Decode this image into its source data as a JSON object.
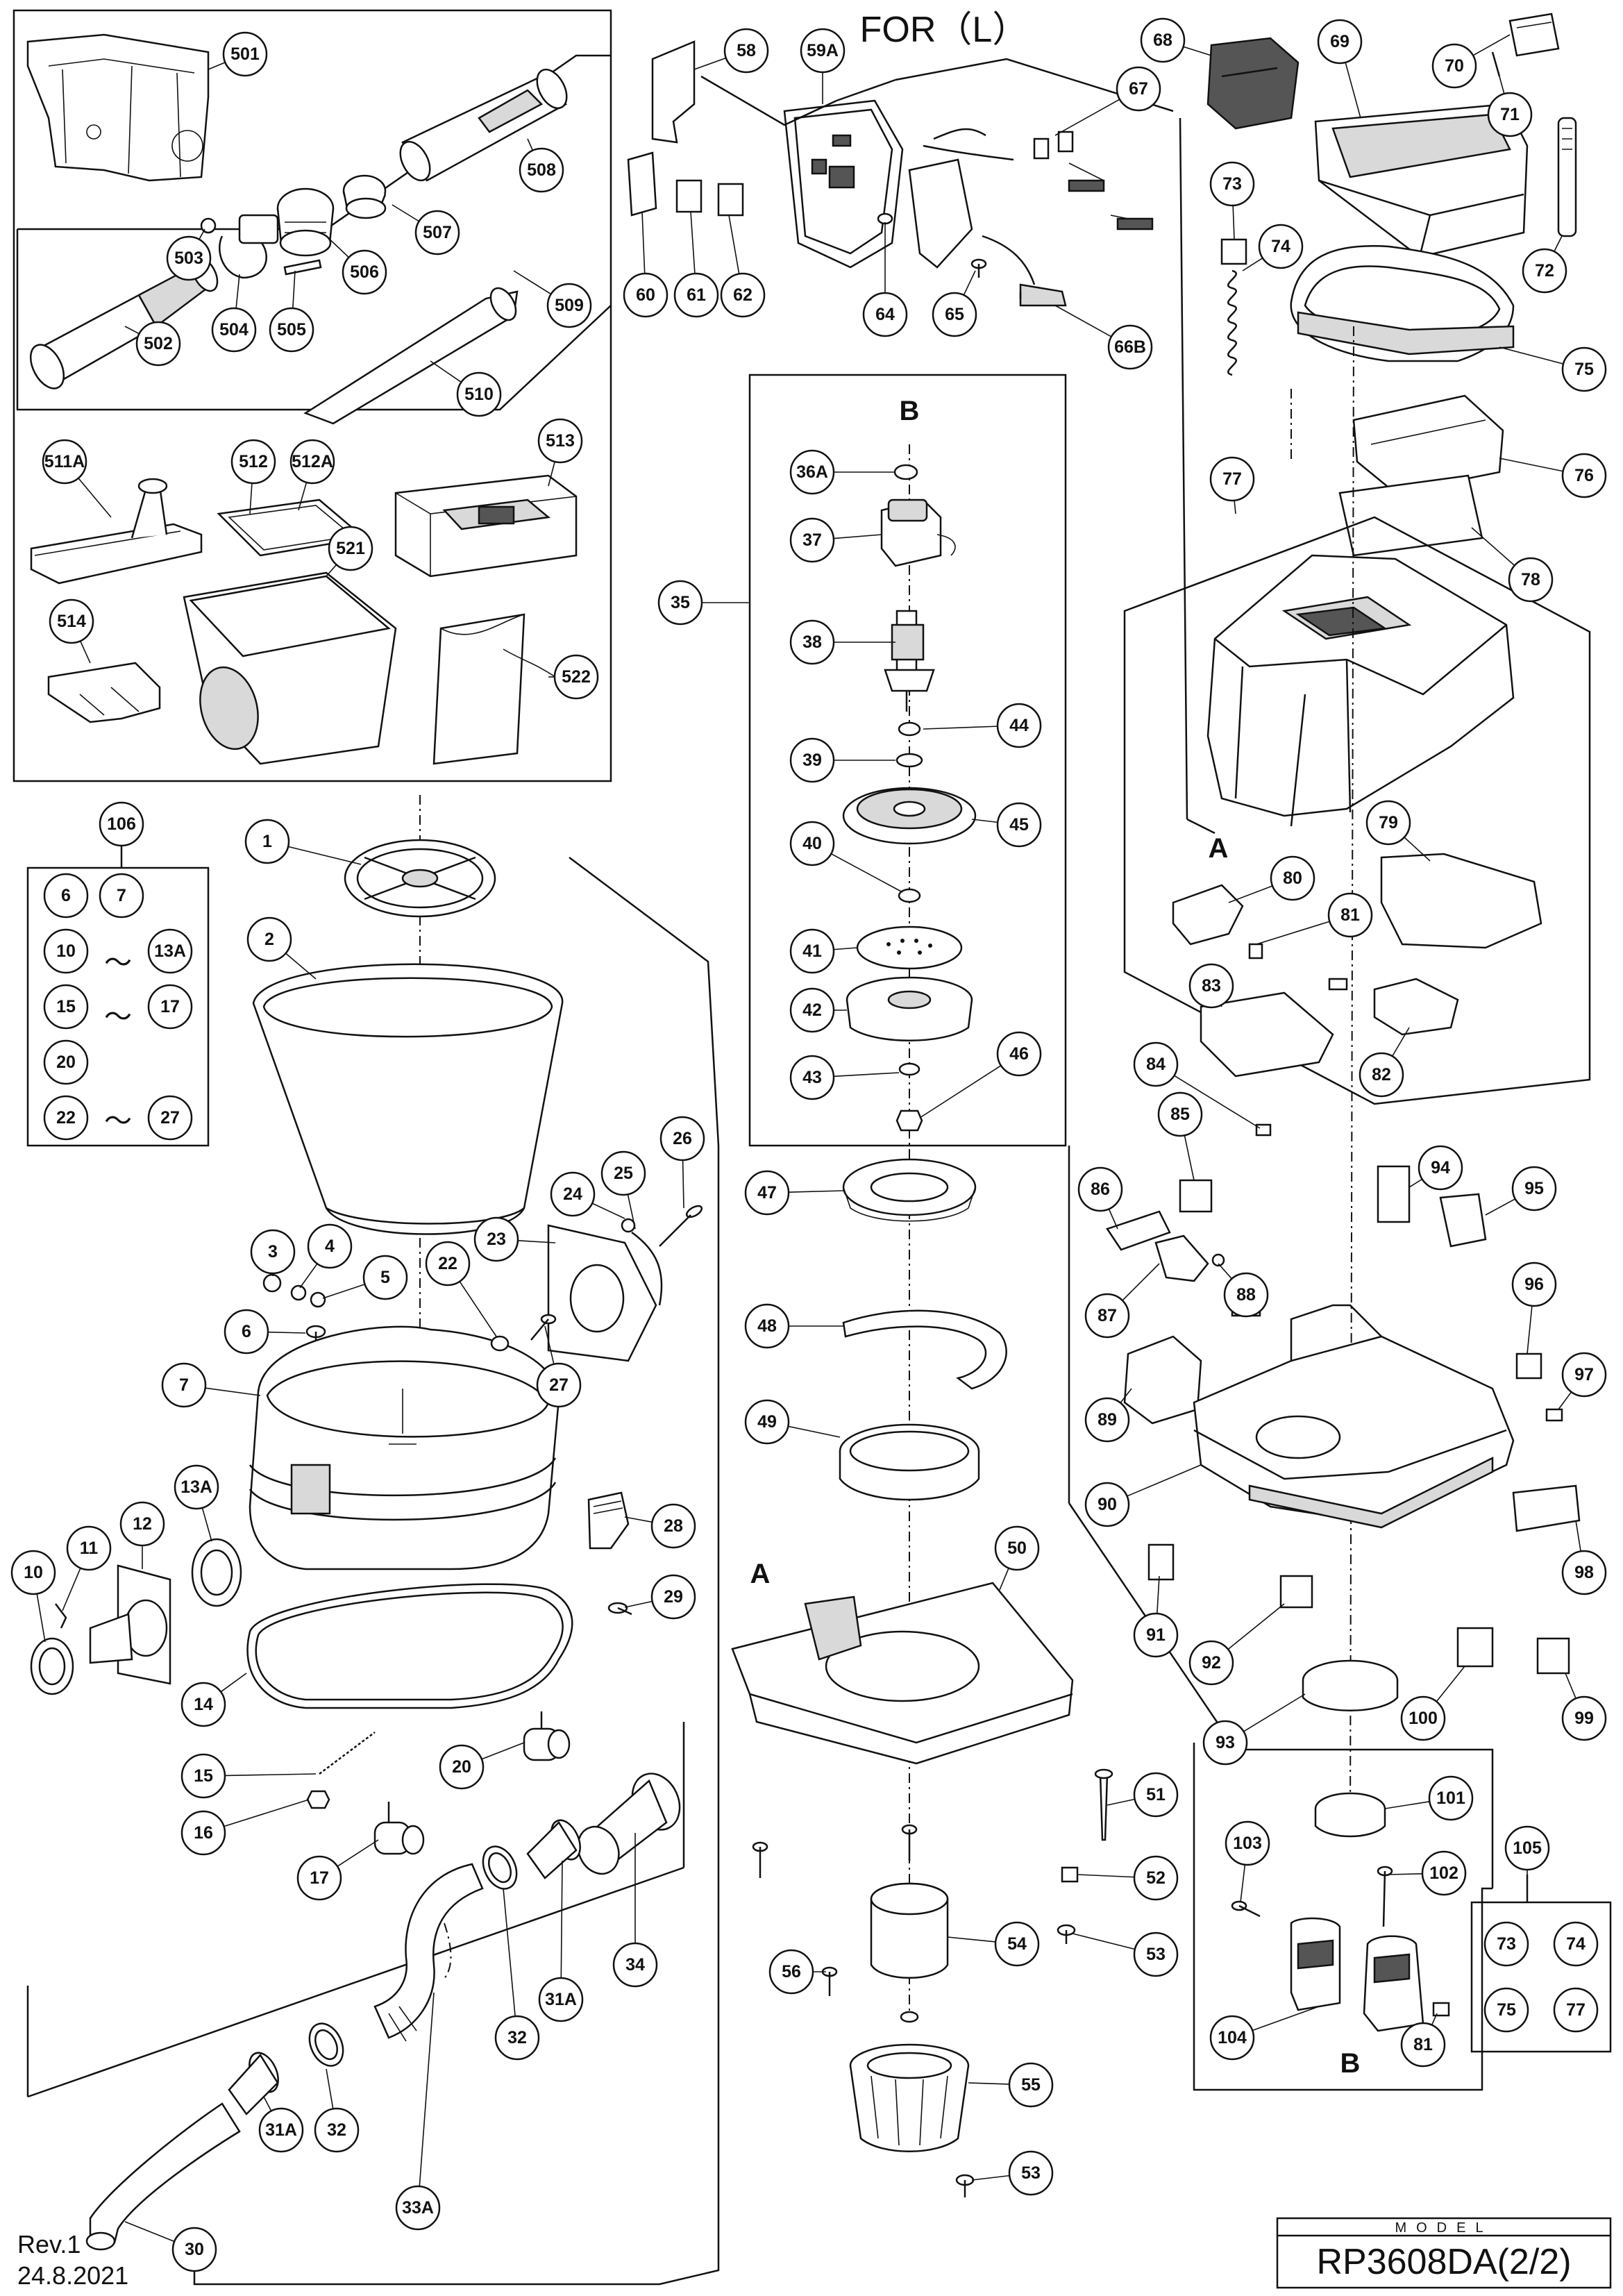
{
  "header": {
    "title": "FOR（L）"
  },
  "footer": {
    "revision": "Rev.1",
    "date": "24.8.2021",
    "model_caption": "MODEL",
    "model_value": "RP3608DA(2/2)"
  },
  "section_labels": {
    "a": "A",
    "b": "B"
  },
  "kit_106": {
    "title": "106",
    "items": [
      "6",
      "7",
      "10",
      "13A",
      "15",
      "17",
      "20",
      "22",
      "27"
    ],
    "range_symbol": "〜"
  },
  "kit_105": {
    "title": "105",
    "items": [
      "73",
      "74",
      "75",
      "77"
    ]
  },
  "parts": [
    "501",
    "502",
    "503",
    "504",
    "505",
    "506",
    "507",
    "508",
    "509",
    "510",
    "511A",
    "512",
    "512A",
    "513",
    "514",
    "521",
    "522",
    "1",
    "2",
    "3",
    "4",
    "5",
    "6",
    "7",
    "10",
    "11",
    "12",
    "13A",
    "14",
    "15",
    "16",
    "17",
    "20",
    "22",
    "23",
    "24",
    "25",
    "26",
    "27",
    "28",
    "29",
    "30",
    "31A",
    "31A",
    "32",
    "32",
    "33A",
    "34",
    "58",
    "59A",
    "60",
    "61",
    "62",
    "64",
    "65",
    "66B",
    "67",
    "68",
    "69",
    "70",
    "71",
    "72",
    "73",
    "74",
    "75",
    "76",
    "77",
    "78",
    "79",
    "80",
    "81",
    "82",
    "83",
    "84",
    "85",
    "86",
    "87",
    "88",
    "89",
    "90",
    "91",
    "92",
    "93",
    "94",
    "95",
    "96",
    "97",
    "98",
    "99",
    "100",
    "101",
    "102",
    "103",
    "104",
    "81",
    "35",
    "36A",
    "37",
    "38",
    "39",
    "40",
    "41",
    "42",
    "43",
    "44",
    "45",
    "46",
    "47",
    "48",
    "49",
    "50",
    "51",
    "52",
    "53",
    "53",
    "54",
    "55",
    "56"
  ]
}
